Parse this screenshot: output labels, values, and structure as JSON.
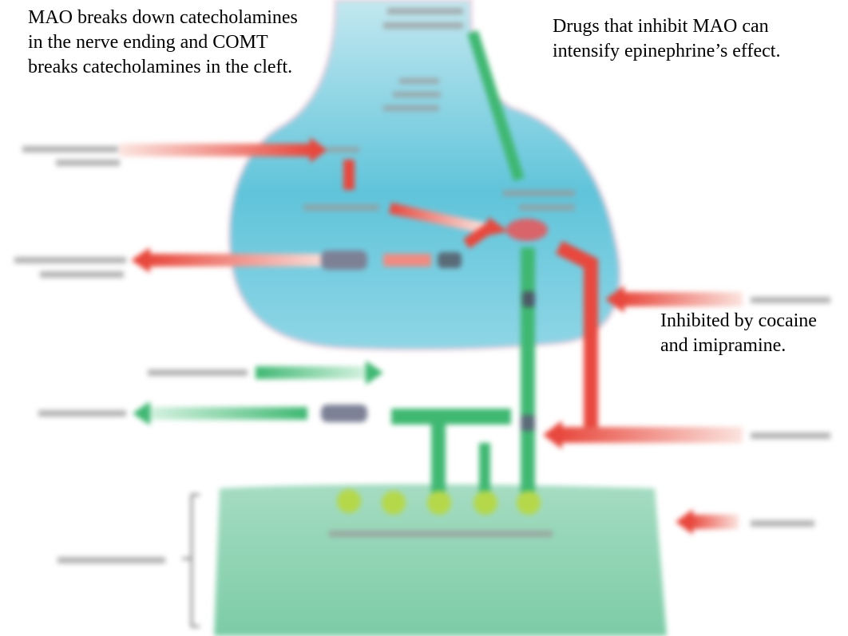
{
  "annotations": {
    "mao_comt": {
      "lines": [
        "MAO breaks down catecholamines",
        "in the nerve ending and COMT",
        "breaks catecholamines in the cleft."
      ]
    },
    "drugs_mao": {
      "lines": [
        "Drugs that inhibit MAO can",
        "intensify epinephrine’s effect."
      ]
    },
    "cocaine": {
      "lines": [
        "Inhibited by cocaine",
        "and imipramine."
      ]
    }
  },
  "colors": {
    "neuron_light": "#a9dde8",
    "neuron_mid": "#6cc8dc",
    "neuron_dark": "#43b8d2",
    "effector": "#8fd3b3",
    "red_arrow": "#e8483d",
    "red_fade": "#f6c9c1",
    "green_arrow": "#3fb872",
    "green_fade": "#cbeed8",
    "receptor": "#b5d84a",
    "enzyme": "#7d8196",
    "label_blur": "#8a8a8a"
  },
  "icons": {
    "red_arrow": "arrow-right-icon",
    "green_arrow": "arrow-right-icon",
    "receptor": "receptor-icon",
    "enzyme": "enzyme-icon",
    "bracket": "bracket-icon"
  }
}
